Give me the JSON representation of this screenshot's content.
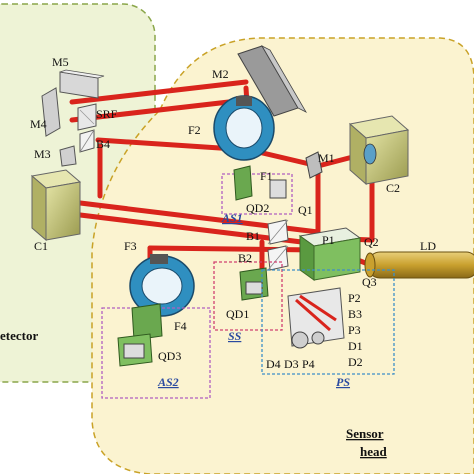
{
  "regions": {
    "detector_label": "etector",
    "sensor_head_line1": "Sensor",
    "sensor_head_line2": "head"
  },
  "subsystems": {
    "as1": "AS1",
    "as2": "AS2",
    "ss": "SS",
    "ps": "PS"
  },
  "components": {
    "m1": "M1",
    "m2": "M2",
    "m3": "M3",
    "m4": "M4",
    "m5": "M5",
    "srf": "SRF",
    "b1": "B1",
    "b2": "B2",
    "b3": "B3",
    "b4": "B4",
    "c1": "C1",
    "c2": "C2",
    "f1": "F1",
    "f2": "F2",
    "f3": "F3",
    "f4": "F4",
    "qd1": "QD1",
    "qd2": "QD2",
    "qd3": "QD3",
    "q1": "Q1",
    "q2": "Q2",
    "q3": "Q3",
    "p1": "P1",
    "p2": "P2",
    "p3": "P3",
    "p4": "P4",
    "d1": "D1",
    "d2": "D2",
    "d3": "D3",
    "d4": "D4",
    "ld": "LD"
  },
  "colors": {
    "beam": "#d9241c",
    "detector_region": "#eef3d6",
    "sensor_region": "#fbf3d0",
    "region_border": "#8aa64a",
    "sensor_border": "#c9a227",
    "as_box": "#b05fc0",
    "ss_box": "#d04070",
    "ps_box": "#3c8fc8",
    "subsystem_text": "#2a4aa0",
    "camera": "#c8c87a",
    "lens": "#2f8fc0"
  }
}
